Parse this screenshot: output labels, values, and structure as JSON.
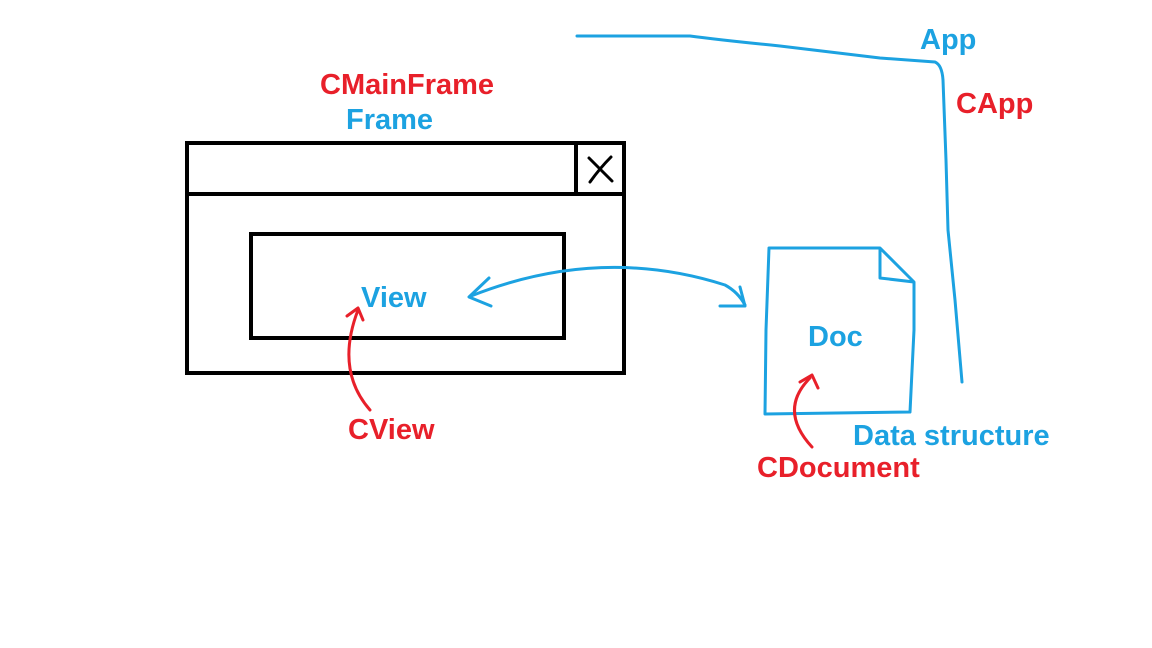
{
  "colors": {
    "blue": "#1ca2e1",
    "red": "#e8202a",
    "black": "#000000"
  },
  "icons": {
    "close": "close-icon",
    "document": "document-icon"
  },
  "labels": {
    "cmainframe": "CMainFrame",
    "frame": "Frame",
    "app": "App",
    "capp": "CApp",
    "view": "View",
    "cview": "CView",
    "doc": "Doc",
    "data_structure": "Data structure",
    "cdocument": "CDocument"
  }
}
